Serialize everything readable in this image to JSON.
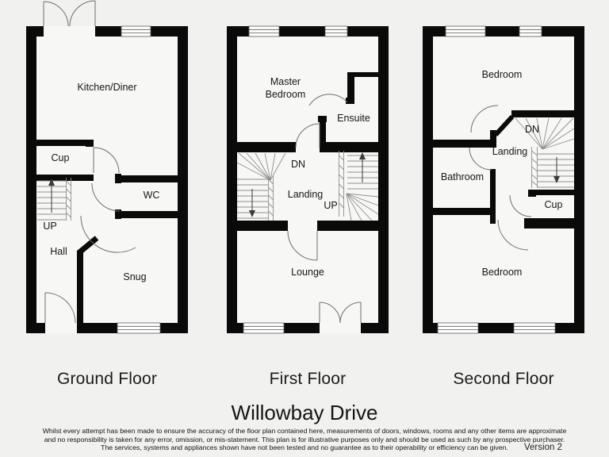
{
  "title": "Willowbay Drive",
  "version_label": "Version 2",
  "colors": {
    "background": "#f1f1ef",
    "wall": "#0a0a0a",
    "room_fill": "#f7f7f5",
    "detail_line": "#6e6e6e"
  },
  "floors": {
    "ground": {
      "caption": "Ground Floor",
      "kitchen": "Kitchen/Diner",
      "cup": "Cup",
      "wc": "WC",
      "up": "UP",
      "hall": "Hall",
      "snug": "Snug"
    },
    "first": {
      "caption": "First Floor",
      "master_line1": "Master",
      "master_line2": "Bedroom",
      "ensuite": "Ensuite",
      "dn": "DN",
      "landing": "Landing",
      "up": "UP",
      "lounge": "Lounge"
    },
    "second": {
      "caption": "Second Floor",
      "bedroom_top": "Bedroom",
      "dn": "DN",
      "landing": "Landing",
      "bathroom": "Bathroom",
      "cup": "Cup",
      "bedroom_bottom": "Bedroom"
    }
  },
  "disclaimer": {
    "line1": "Whilst every attempt has been made to ensure the accuracy of the floor plan contained here, measurements of doors, windows, rooms and any other items are approximate",
    "line2": "and no responsibility is taken for any error, omission, or mis-statement. This plan is for illustrative purposes only and should be used as such by any prospective purchaser.",
    "line3": "The services, systems and appliances shown have not been tested and no guarantee as to their operability or efficiency can be given."
  }
}
